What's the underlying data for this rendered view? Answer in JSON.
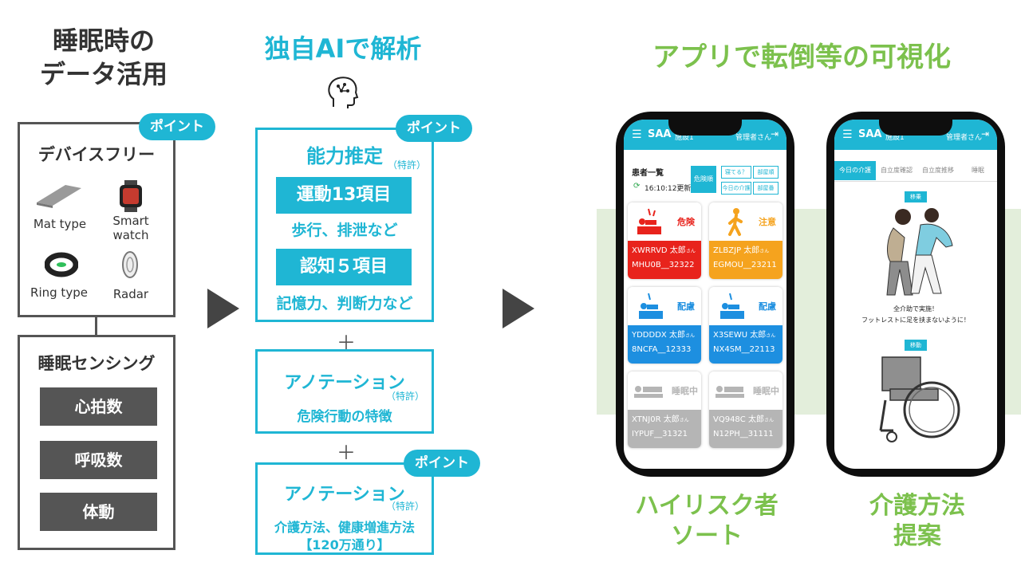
{
  "col1": {
    "title_line1": "睡眠時の",
    "title_line2": "データ活用",
    "point_label": "ポイント",
    "device_free": "デバイスフリー",
    "devices": [
      "Mat type",
      "Smart watch",
      "Ring type",
      "Radar"
    ],
    "sensing_title": "睡眠センシング",
    "sensing_items": [
      "心拍数",
      "呼吸数",
      "体動"
    ]
  },
  "col2": {
    "title": "独自AIで解析",
    "point_label": "ポイント",
    "ability": "能力推定",
    "patent": "（特許）",
    "motion": "運動13項目",
    "motion_desc": "歩行、排泄など",
    "cognition": "認知５項目",
    "cognition_desc": "記憶力、判断力など",
    "plus": "＋",
    "annotation": "アノテーション",
    "annotation_patent": "（特許）",
    "danger_feature": "危険行動の特徴",
    "annotation2": "アノテーション",
    "annotation2_patent": "（特許）",
    "care_methods": "介護方法、健康増進方法",
    "care_count": "【120万通り】"
  },
  "col3": {
    "title": "アプリで転倒等の可視化",
    "caption_left_1": "ハイリスク者",
    "caption_left_2": "ソート",
    "caption_right_1": "介護方法",
    "caption_right_2": "提案"
  },
  "phone1": {
    "app": "SAA",
    "facility": "施設1",
    "user": "管理者さん",
    "list_title": "患者一覧",
    "updated": "16:10:12更新",
    "sort_btn": "危険順",
    "filter1": "寝てる？",
    "filter2": "部屋順",
    "filter3": "今日の介護",
    "filter4": "部屋番",
    "cards": [
      {
        "tag": "危険",
        "name": "XWRRVD 太郎",
        "san": "さん",
        "id": "MHU0B__32322"
      },
      {
        "tag": "注意",
        "name": "ZLBZJP 太郎",
        "san": "さん",
        "id": "EGMOU__23211"
      },
      {
        "tag": "配慮",
        "name": "YDDDDX 太郎",
        "san": "さん",
        "id": "8NCFA__12333"
      },
      {
        "tag": "配慮",
        "name": "X3SEWU 太郎",
        "san": "さん",
        "id": "NX4SM__22113"
      },
      {
        "tag": "睡眠中",
        "name": "XTNJ0R 太郎",
        "san": "さん",
        "id": "IYPUF__31321"
      },
      {
        "tag": "睡眠中",
        "name": "VQ948C 太郎",
        "san": "さん",
        "id": "N12PH__31111"
      }
    ]
  },
  "phone2": {
    "app": "SAA",
    "facility": "施設1",
    "user": "管理者さん",
    "tabs": [
      "今日の介護",
      "自立度確認",
      "自立度推移",
      "睡眠"
    ],
    "label1": "移乗",
    "instruction1": "全介助で実施！",
    "instruction2": "フットレストに足を挟まないように！",
    "label2": "移動"
  },
  "colors": {
    "teal": "#1fb6d4",
    "green": "#7cc14d",
    "gray": "#555555",
    "red": "#e8231c",
    "orange": "#f5a31e",
    "blue": "#1d8fe0",
    "sleep": "#b5b5b5"
  }
}
